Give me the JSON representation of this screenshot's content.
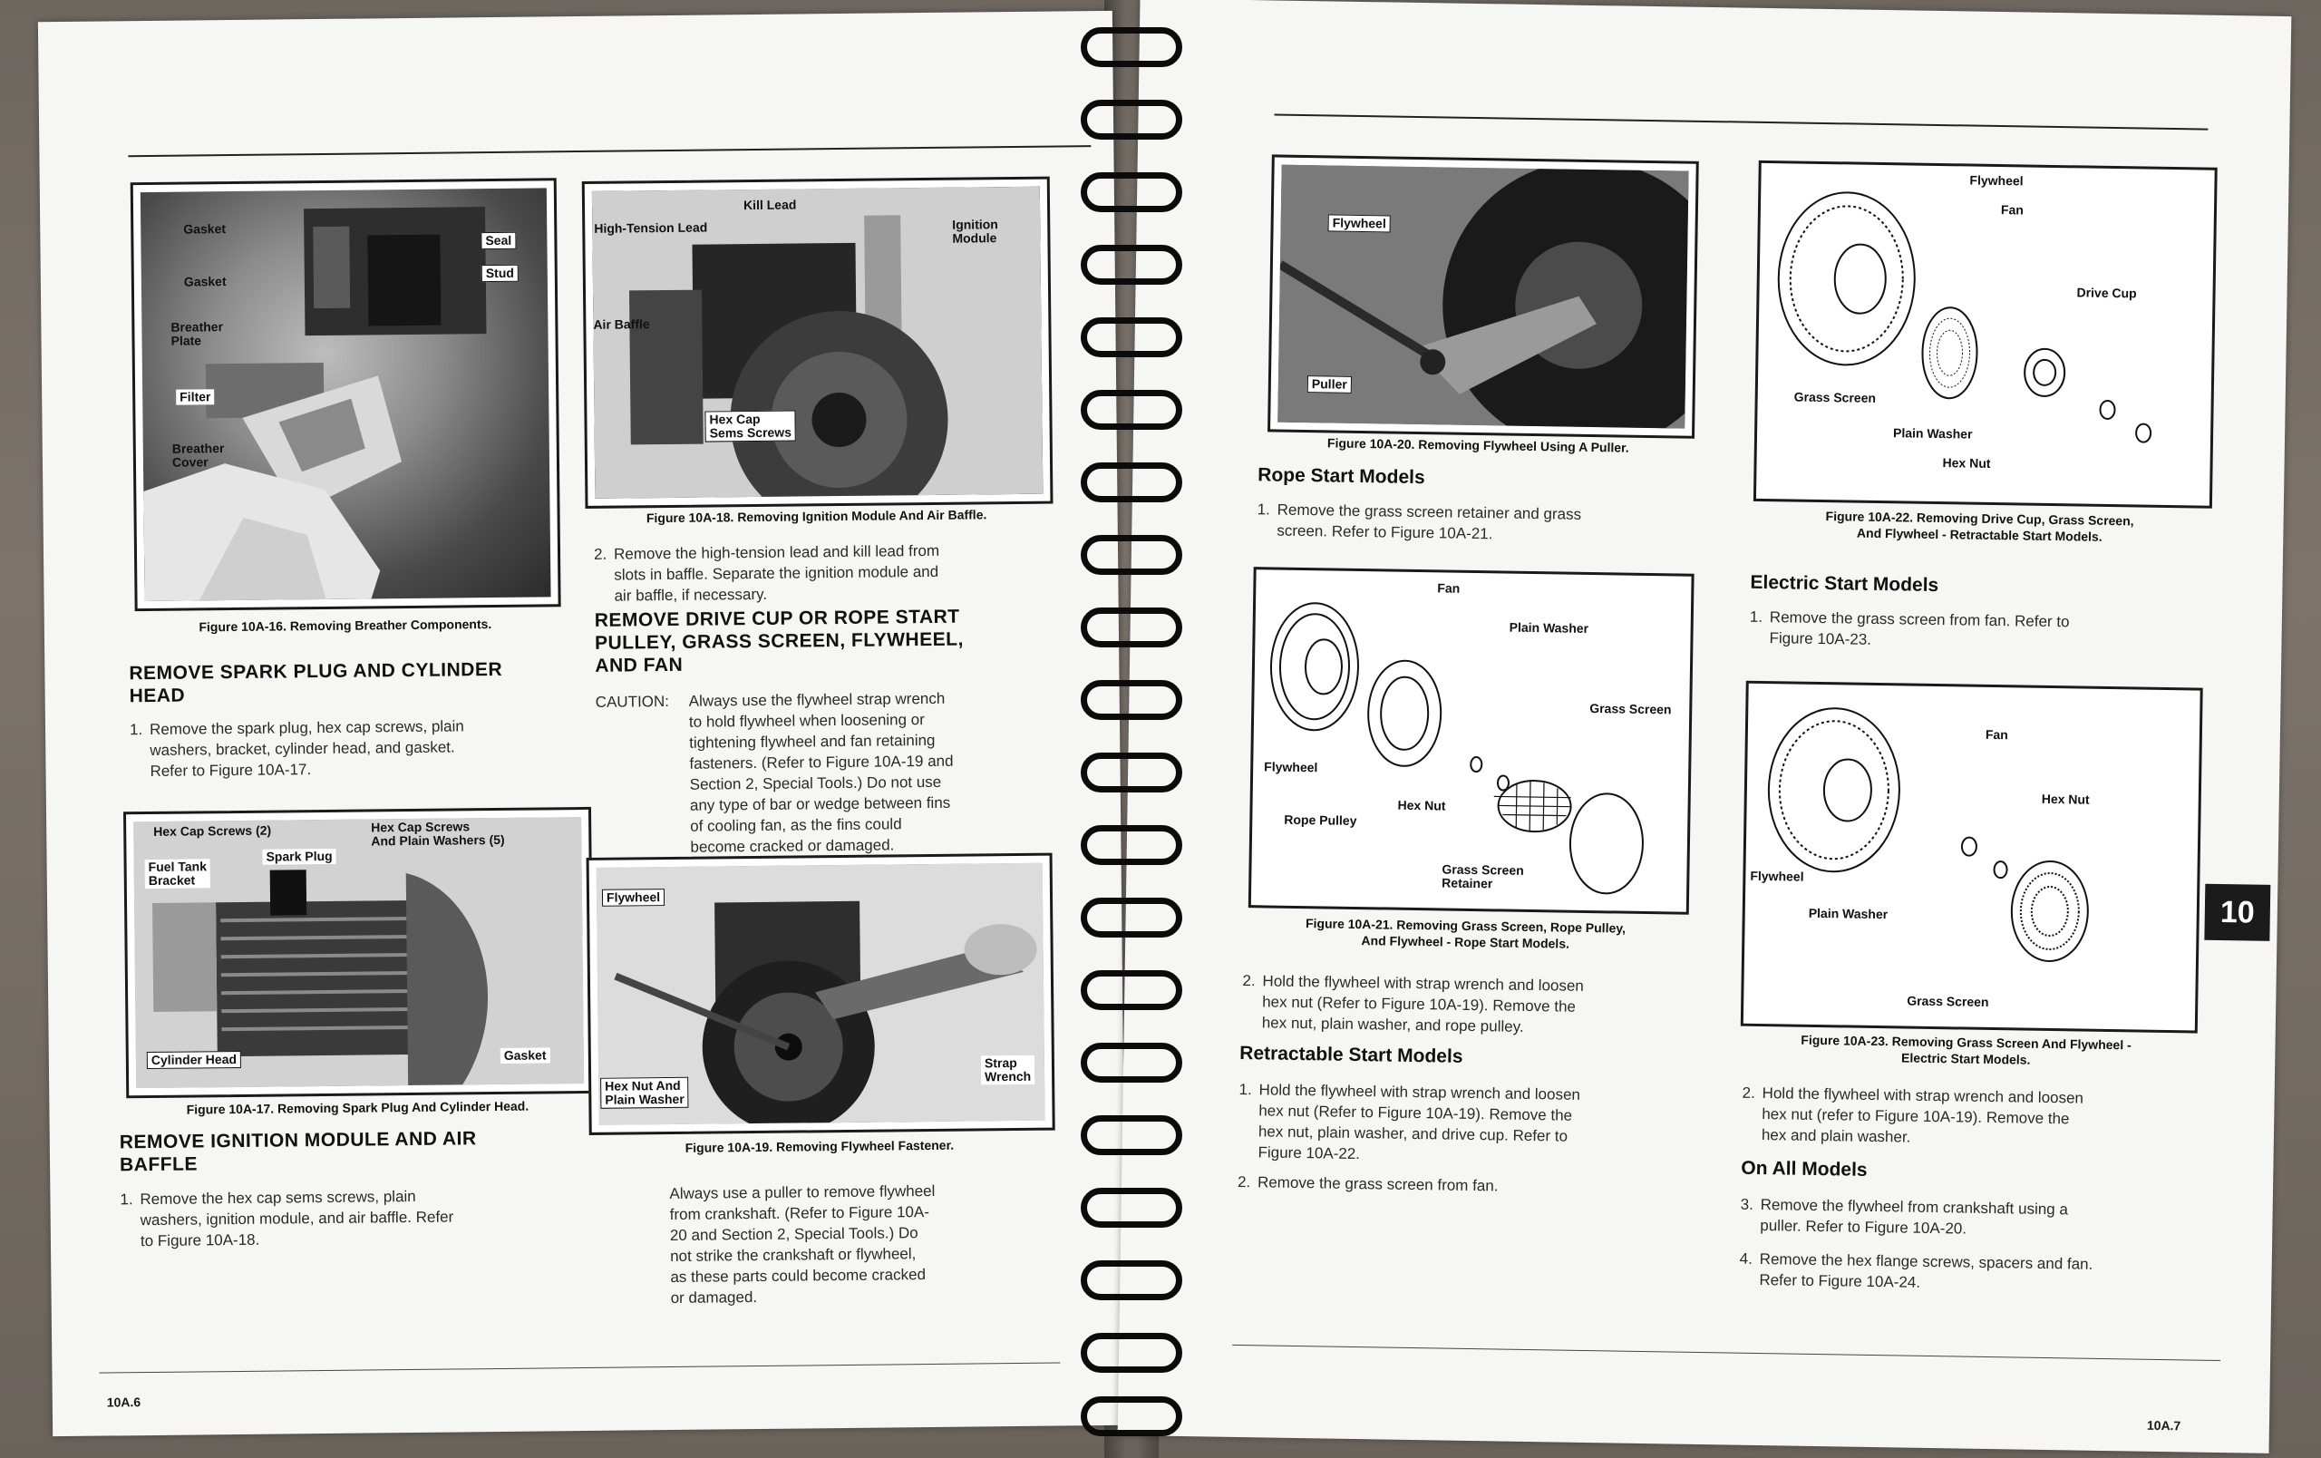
{
  "left_page": {
    "fig16": {
      "labels": [
        "Gasket",
        "Gasket",
        "Seal",
        "Stud",
        "Breather",
        "Plate",
        "Filter",
        "Breather",
        "Cover"
      ],
      "caption": "Figure 10A-16. Removing Breather Components."
    },
    "fig18": {
      "labels": [
        "Kill Lead",
        "High-Tension Lead",
        "Ignition",
        "Module",
        "Air Baffle",
        "Hex Cap",
        "Sems Screws"
      ],
      "caption": "Figure 10A-18. Removing Ignition Module And Air Baffle."
    },
    "section1": {
      "heading_l1": "REMOVE SPARK PLUG AND CYLINDER",
      "heading_l2": "HEAD",
      "step1_num": "1.",
      "step1": [
        "Remove the spark plug, hex cap screws, plain",
        "washers, bracket, cylinder head, and gasket.",
        "Refer to Figure 10A-17."
      ]
    },
    "fig18_step2": {
      "num": "2.",
      "lines": [
        "Remove the high-tension lead and kill lead from",
        "slots in baffle. Separate the ignition module and",
        "air baffle, if necessary."
      ]
    },
    "section2": {
      "heading_l1": "REMOVE DRIVE CUP OR ROPE START",
      "heading_l2": "PULLEY, GRASS SCREEN, FLYWHEEL,",
      "heading_l3": "AND FAN",
      "caution_label": "CAUTION:",
      "caution_lines": [
        "Always use the flywheel strap wrench",
        "to hold flywheel when loosening or",
        "tightening flywheel and fan retaining",
        "fasteners. (Refer to Figure 10A-19 and",
        "Section 2, Special Tools.) Do not use",
        "any type of bar or wedge between fins",
        "of cooling fan, as the fins could",
        "become cracked or damaged."
      ]
    },
    "fig17": {
      "labels": [
        "Hex Cap Screws (2)",
        "Hex Cap Screws",
        "And Plain Washers (5)",
        "Fuel Tank",
        "Bracket",
        "Spark Plug",
        "Cylinder Head",
        "Gasket"
      ],
      "caption": "Figure 10A-17. Removing Spark Plug And Cylinder Head."
    },
    "fig19": {
      "labels": [
        "Flywheel",
        "Hex Nut And",
        "Plain Washer",
        "Strap",
        "Wrench"
      ],
      "caption": "Figure 10A-19. Removing Flywheel Fastener."
    },
    "section3": {
      "heading_l1": "REMOVE IGNITION MODULE AND AIR",
      "heading_l2": "BAFFLE",
      "step1_num": "1.",
      "step1": [
        "Remove the hex cap sems screws, plain",
        "washers, ignition module, and air baffle. Refer",
        "to Figure 10A-18."
      ]
    },
    "puller_note": [
      "Always use a puller to remove flywheel",
      "from crankshaft. (Refer to Figure 10A-",
      "20 and Section 2, Special Tools.) Do",
      "not strike the crankshaft or flywheel,",
      "as these parts could become cracked",
      "or damaged."
    ],
    "page_number": "10A.6"
  },
  "right_page": {
    "fig20": {
      "labels": [
        "Flywheel",
        "Puller"
      ],
      "caption": "Figure 10A-20. Removing Flywheel Using A Puller."
    },
    "rope_start": {
      "title": "Rope Start Models",
      "step1_num": "1.",
      "step1": [
        "Remove the grass screen retainer and grass",
        "screen. Refer to Figure 10A-21."
      ],
      "step2_num": "2.",
      "step2": [
        "Hold the flywheel with strap wrench and loosen",
        "hex nut (Refer to Figure 10A-19). Remove the",
        "hex nut, plain washer, and rope pulley."
      ]
    },
    "fig21": {
      "labels": [
        "Fan",
        "Plain Washer",
        "Grass Screen",
        "Flywheel",
        "Hex Nut",
        "Rope Pulley",
        "Grass Screen",
        "Retainer"
      ],
      "caption_l1": "Figure 10A-21. Removing Grass Screen, Rope Pulley,",
      "caption_l2": "And Flywheel - Rope Start Models."
    },
    "retractable": {
      "title": "Retractable Start Models",
      "step1_num": "1.",
      "step1": [
        "Hold the flywheel with strap wrench and loosen",
        "hex nut (Refer to Figure 10A-19). Remove the",
        "hex nut, plain washer, and drive cup. Refer to",
        "Figure 10A-22."
      ],
      "step2_num": "2.",
      "step2": [
        "Remove the grass screen from fan."
      ]
    },
    "fig22": {
      "labels": [
        "Flywheel",
        "Fan",
        "Drive Cup",
        "Grass Screen",
        "Plain Washer",
        "Hex Nut"
      ],
      "caption_l1": "Figure 10A-22. Removing Drive Cup, Grass Screen,",
      "caption_l2": "And Flywheel - Retractable Start Models."
    },
    "electric": {
      "title": "Electric Start Models",
      "step1_num": "1.",
      "step1": [
        "Remove the grass screen from fan. Refer to",
        "Figure 10A-23."
      ],
      "step2_num": "2.",
      "step2": [
        "Hold the flywheel with strap wrench and loosen",
        "hex nut (refer to Figure 10A-19). Remove the",
        "hex and plain washer."
      ]
    },
    "fig23": {
      "labels": [
        "Fan",
        "Hex Nut",
        "Flywheel",
        "Plain Washer",
        "Grass Screen"
      ],
      "caption_l1": "Figure 10A-23. Removing Grass Screen And Flywheel -",
      "caption_l2": "Electric Start Models."
    },
    "all_models": {
      "title": "On All Models",
      "step3_num": "3.",
      "step3": [
        "Remove the flywheel from crankshaft using a",
        "puller. Refer to Figure 10A-20."
      ],
      "step4_num": "4.",
      "step4": [
        "Remove the hex flange screws, spacers and fan.",
        "Refer to Figure 10A-24."
      ]
    },
    "section_tab": "10",
    "page_number": "10A.7"
  }
}
